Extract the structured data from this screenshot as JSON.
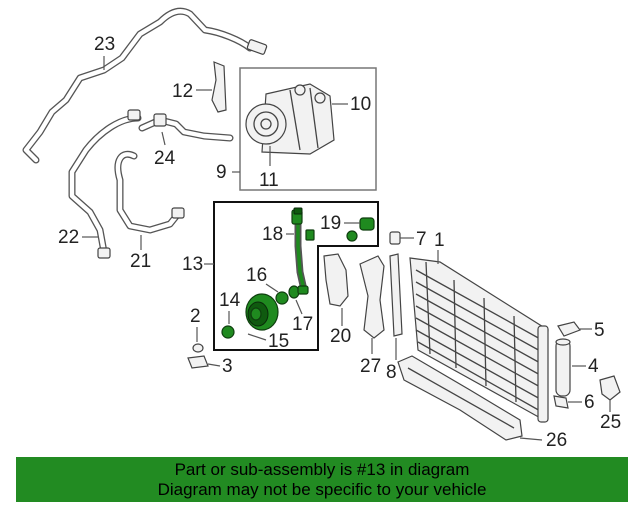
{
  "banner": {
    "line1": "Part or sub-assembly is #13 in diagram",
    "line2": "Diagram may not be specific to your vehicle"
  },
  "colors": {
    "highlight": "#228b22",
    "part_green": "#1f8a1f"
  },
  "labels": {
    "p1": "1",
    "p2": "2",
    "p3": "3",
    "p4": "4",
    "p5": "5",
    "p6": "6",
    "p7": "7",
    "p8": "8",
    "p9": "9",
    "p10": "10",
    "p11": "11",
    "p12": "12",
    "p13": "13",
    "p14": "14",
    "p15": "15",
    "p16": "16",
    "p17": "17",
    "p18": "18",
    "p19": "19",
    "p20": "20",
    "p21": "21",
    "p22": "22",
    "p23": "23",
    "p24": "24",
    "p25": "25",
    "p26": "26",
    "p27": "27"
  }
}
